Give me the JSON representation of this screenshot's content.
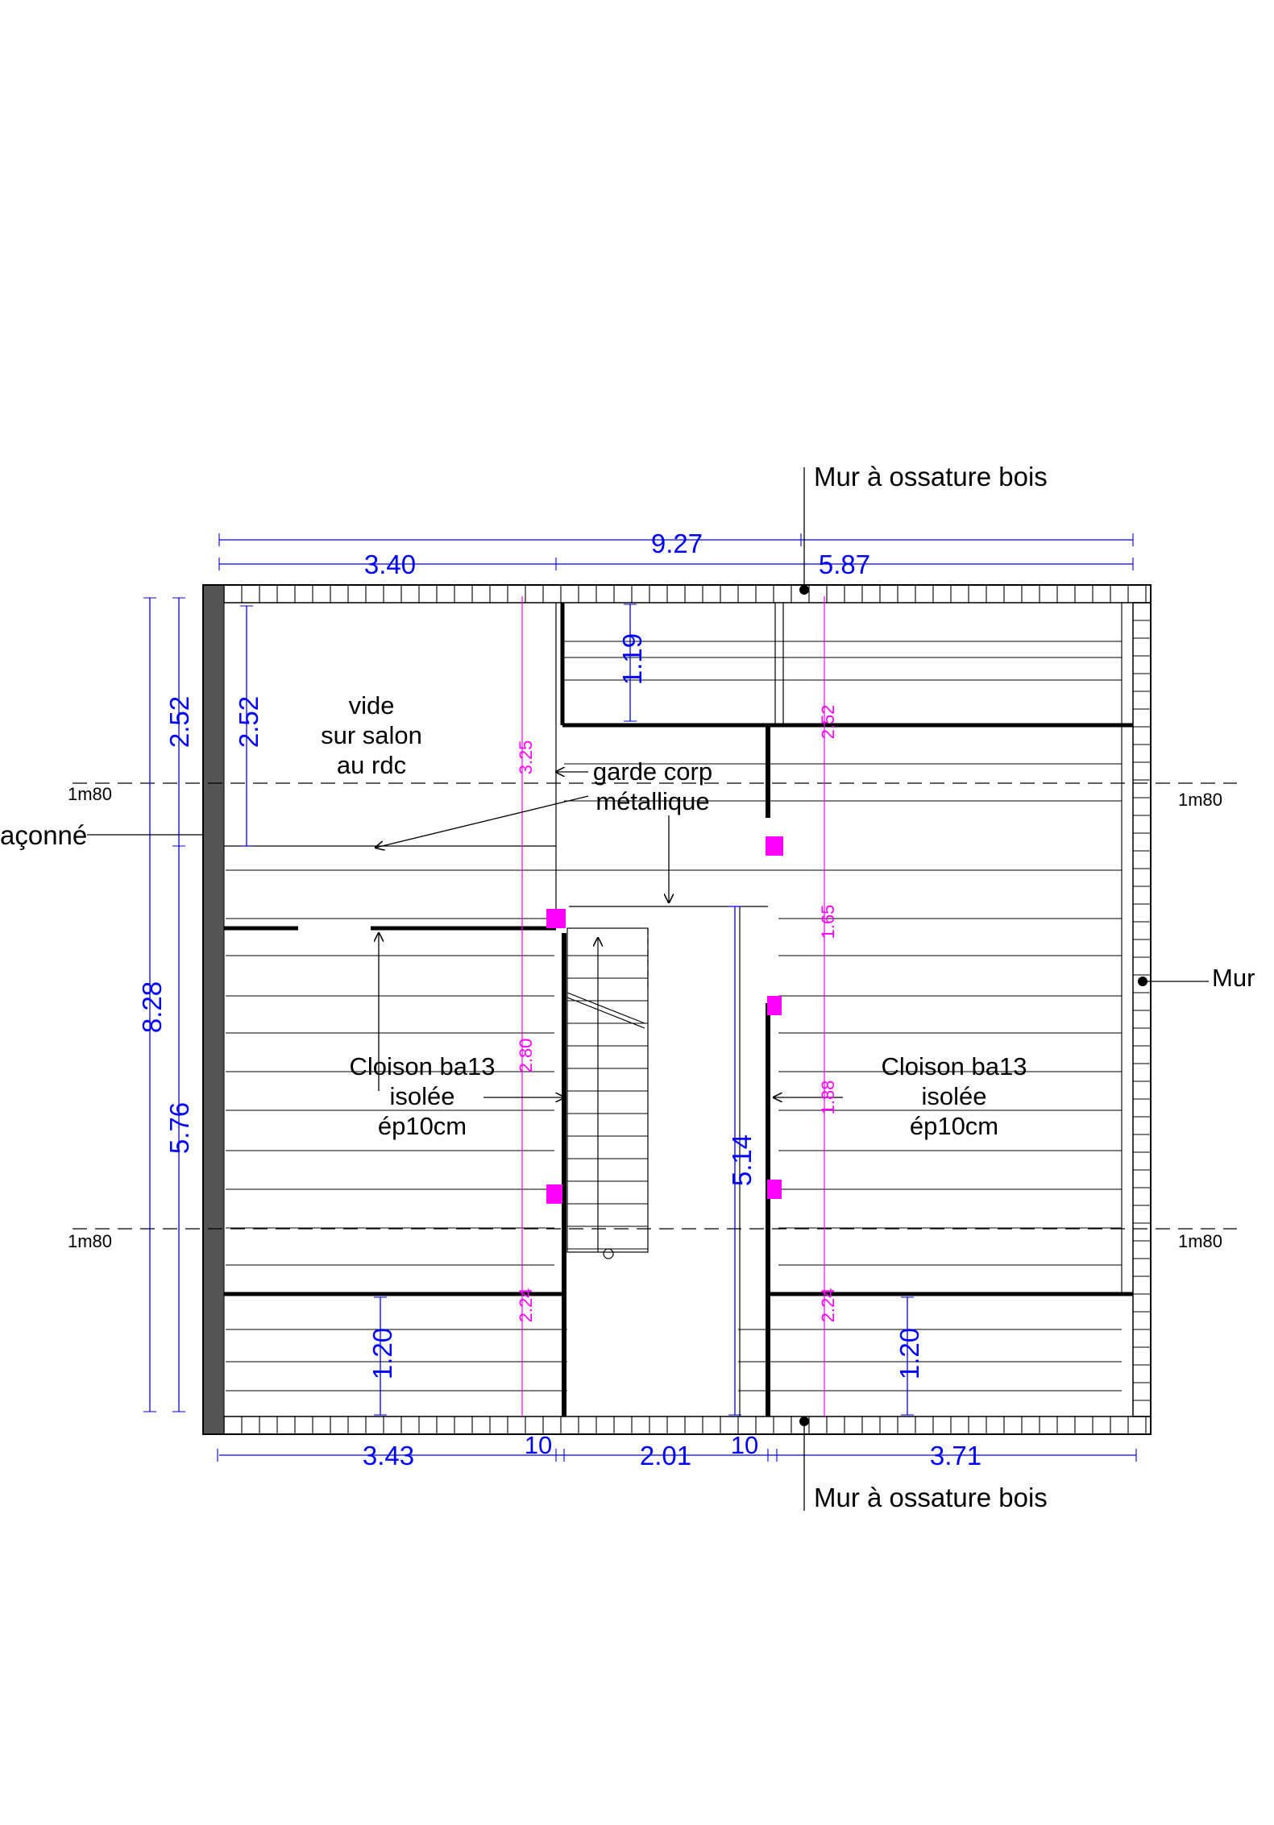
{
  "labels": {
    "wall_top": "Mur à ossature bois",
    "wall_bottom": "Mur à ossature bois",
    "wall_left": "açonné",
    "wall_right": "Mur",
    "void": [
      "vide",
      "sur salon",
      "au rdc"
    ],
    "railing": [
      "garde corp",
      "métallique"
    ],
    "partition_left": [
      "Cloison ba13",
      "isolée",
      "ép10cm"
    ],
    "partition_right": [
      "Cloison ba13",
      "isolée",
      "ép10cm"
    ],
    "height_1m80": "1m80"
  },
  "dimensions": {
    "top_total": "9.27",
    "top_left": "3.40",
    "top_right": "5.87",
    "bottom": [
      "3.43",
      "10",
      "2.01",
      "10",
      "3.71"
    ],
    "left_total": "8.28",
    "left_upper": "2.52",
    "left_lower": "5.76",
    "void_height": "2.52",
    "top_room_depth": "1.19",
    "stair_height": "5.14",
    "bottom_left_room": "1.20",
    "bottom_right_room": "1.20"
  },
  "magenta_dimensions": {
    "left_column": [
      "3.25",
      "2.80",
      "2.24"
    ],
    "right_column": [
      "2.52",
      "1.65",
      "1.88",
      "2.24"
    ]
  },
  "colors": {
    "dimension": "#0000ff",
    "post_marker": "#ff00ff",
    "masonry_wall": "#555555",
    "line": "#000000"
  }
}
